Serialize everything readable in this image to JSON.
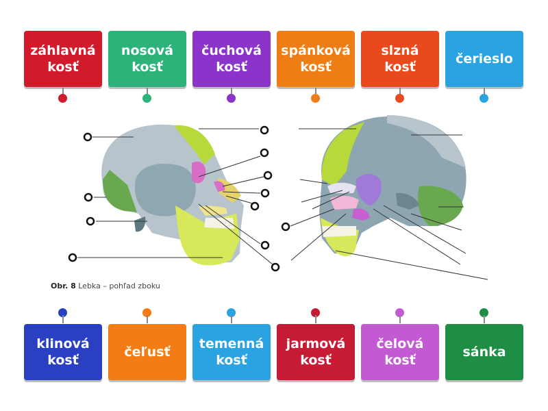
{
  "top_tiles": [
    {
      "label": "záhlavná kosť",
      "color": "#d11a2a"
    },
    {
      "label": "nosová kosť",
      "color": "#2db37a"
    },
    {
      "label": "čuchová kosť",
      "color": "#8a34c9"
    },
    {
      "label": "spánková kosť",
      "color": "#ef7d16"
    },
    {
      "label": "slzná kosť",
      "color": "#e8491d"
    },
    {
      "label": "čerieslo",
      "color": "#2aa3e0"
    }
  ],
  "bottom_tiles": [
    {
      "label": "klinová kosť",
      "color": "#2a40c2"
    },
    {
      "label": "čeľusť",
      "color": "#f47c14"
    },
    {
      "label": "temenná kosť",
      "color": "#2aa3e0"
    },
    {
      "label": "jarmová kosť",
      "color": "#c51b35"
    },
    {
      "label": "čelová kosť",
      "color": "#c25bd2"
    },
    {
      "label": "sánka",
      "color": "#1e8e44"
    }
  ],
  "caption": {
    "number": "Obr. 8",
    "text": "Lebka – pohľad zboku"
  }
}
